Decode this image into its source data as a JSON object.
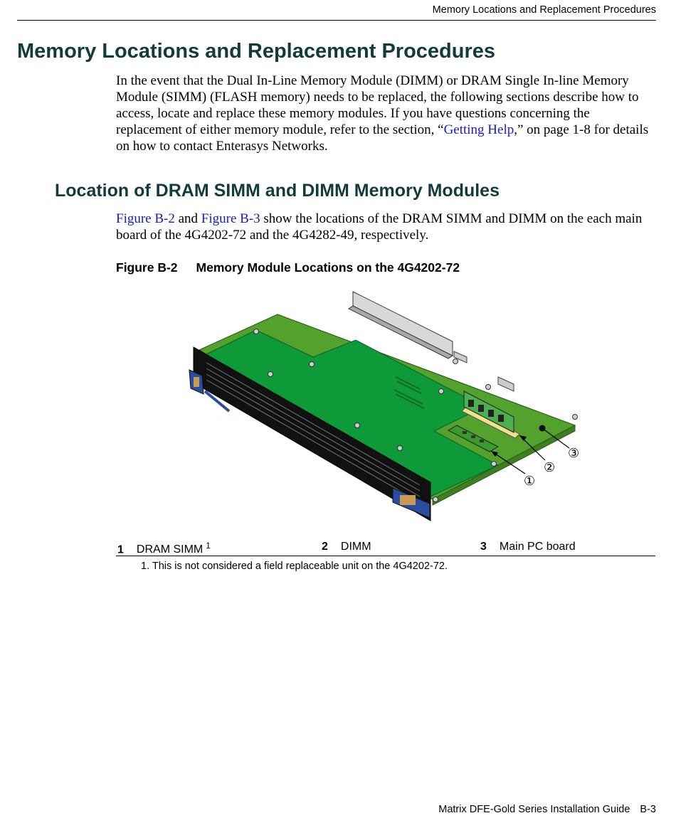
{
  "header": {
    "running_title": "Memory Locations and Replacement Procedures"
  },
  "section": {
    "title": "Memory Locations and Replacement Procedures",
    "intro_part1": "In the event that the Dual In-Line Memory Module (DIMM) or DRAM Single In-line Memory Module (SIMM) (FLASH memory) needs to be replaced, the following sections describe how to access, locate and replace these memory modules. If you have questions concerning the replacement of either memory module, refer to the section, “",
    "intro_link": "Getting Help",
    "intro_part2": ",” on page 1-8 for details on how to contact Enterasys Networks."
  },
  "subsection": {
    "title": "Location of DRAM SIMM and DIMM Memory Modules",
    "link1": "Figure B-2",
    "text_and": " and ",
    "link2": "Figure B-3",
    "text_rest": " show the locations of the DRAM SIMM and DIMM on the each main board of the 4G4202-72 and the 4G4282-49, respectively."
  },
  "figure": {
    "number": "Figure B-2",
    "title": "Memory Module Locations on the 4G4202-72",
    "callouts": [
      "①",
      "②",
      "③"
    ]
  },
  "legend": [
    {
      "num": "1",
      "label": "DRAM SIMM",
      "footnote_mark": "1"
    },
    {
      "num": "2",
      "label": "DIMM"
    },
    {
      "num": "3",
      "label": "Main PC board"
    }
  ],
  "footnote": "1.  This is not considered a field replaceable unit on the 4G4202-72.",
  "footer": {
    "guide_title": "Matrix DFE-Gold Series Installation Guide",
    "page": "B-3"
  },
  "colors": {
    "heading": "#123c3c",
    "link": "#1a1acc",
    "board_main": "#54a22e",
    "board_upper": "#0f9a3a",
    "faceplate": "#111111",
    "ejector": "#2a4da0"
  }
}
